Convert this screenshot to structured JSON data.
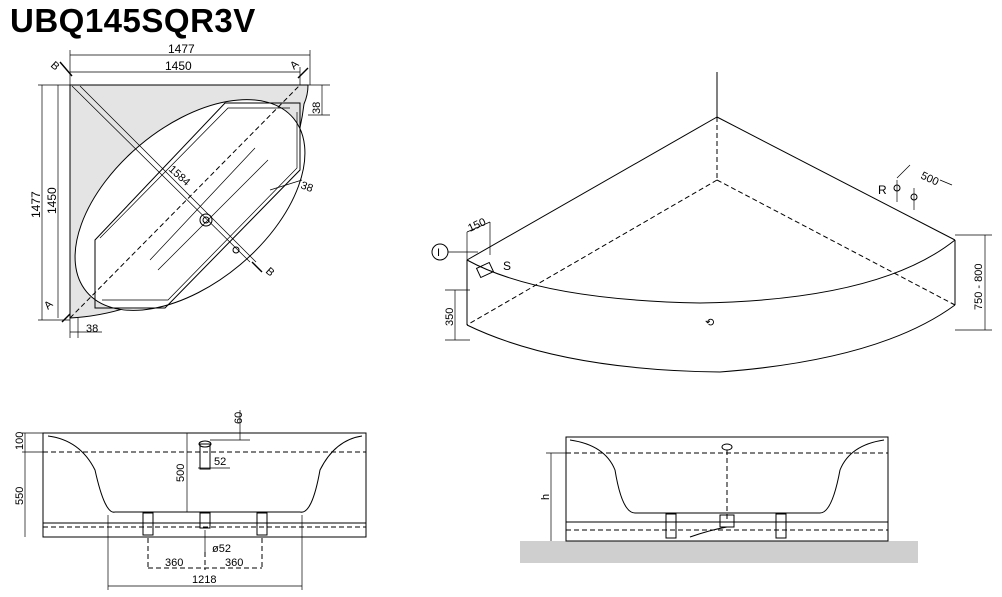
{
  "title": "UBQ145SQR3V",
  "top_view": {
    "dim_width_outer": "1477",
    "dim_width_inner": "1450",
    "dim_height_outer": "1477",
    "dim_height_inner": "1450",
    "dim_rim_right": "38",
    "dim_rim_arc": "38",
    "dim_rim_bottom": "38",
    "dim_diag": "1584",
    "section_a": "A",
    "section_b": "B"
  },
  "iso_view": {
    "dim_150": "150",
    "dim_350": "350",
    "dim_500": "500",
    "dim_750_800": "750 - 800",
    "label_i": "I",
    "label_s": "S",
    "label_r": "R"
  },
  "section_left": {
    "dim_100": "100",
    "dim_550": "550",
    "dim_60": "60",
    "dim_500": "500",
    "dim_52": "52",
    "dim_d52": "ø52",
    "dim_360a": "360",
    "dim_360b": "360",
    "dim_1218": "1218"
  },
  "section_right": {
    "dim_h": "h"
  }
}
